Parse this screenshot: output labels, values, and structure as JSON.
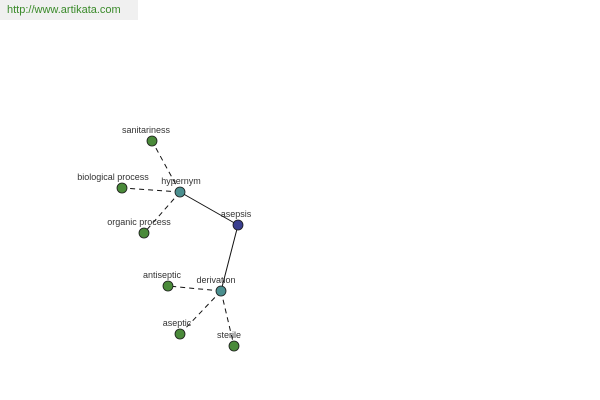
{
  "header": {
    "url": "http://www.artikata.com"
  },
  "colors": {
    "center": "#3a3f8f",
    "relation": "#4b8f8f",
    "leaf": "#4a8a3a",
    "edge": "#111111"
  },
  "graph": {
    "nodes": [
      {
        "id": "asepsis",
        "label": "asepsis",
        "kind": "center"
      },
      {
        "id": "hypernym",
        "label": "hypernym",
        "kind": "relation"
      },
      {
        "id": "derivation",
        "label": "derivation",
        "kind": "relation"
      },
      {
        "id": "sanitariness",
        "label": "sanitariness",
        "kind": "leaf"
      },
      {
        "id": "biological-process",
        "label": "biological process",
        "kind": "leaf"
      },
      {
        "id": "organic-process",
        "label": "organic process",
        "kind": "leaf"
      },
      {
        "id": "antiseptic",
        "label": "antiseptic",
        "kind": "leaf"
      },
      {
        "id": "aseptic",
        "label": "aseptic",
        "kind": "leaf"
      },
      {
        "id": "sterile",
        "label": "sterile",
        "kind": "leaf"
      }
    ],
    "edges": [
      {
        "from": "hypernym",
        "to": "asepsis",
        "style": "solid"
      },
      {
        "from": "derivation",
        "to": "asepsis",
        "style": "solid"
      },
      {
        "from": "hypernym",
        "to": "sanitariness",
        "style": "dashed"
      },
      {
        "from": "hypernym",
        "to": "biological-process",
        "style": "dashed"
      },
      {
        "from": "hypernym",
        "to": "organic-process",
        "style": "dashed"
      },
      {
        "from": "derivation",
        "to": "antiseptic",
        "style": "dashed"
      },
      {
        "from": "derivation",
        "to": "aseptic",
        "style": "dashed"
      },
      {
        "from": "derivation",
        "to": "sterile",
        "style": "dashed"
      }
    ]
  }
}
